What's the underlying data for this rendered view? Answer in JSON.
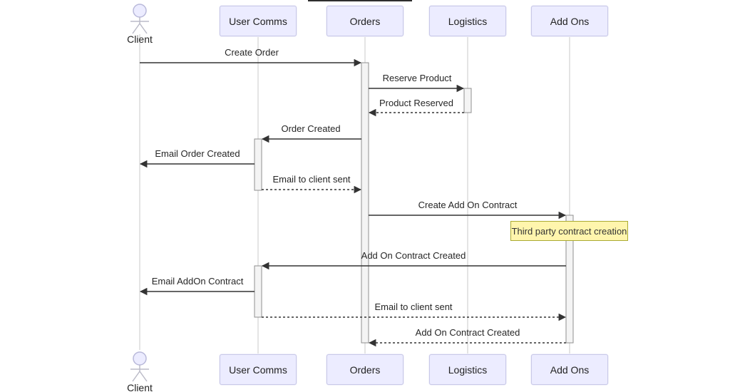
{
  "diagram": {
    "type": "sequence-diagram",
    "participants": [
      {
        "id": "client",
        "label": "Client",
        "kind": "actor"
      },
      {
        "id": "user-comms",
        "label": "User Comms",
        "kind": "participant"
      },
      {
        "id": "orders",
        "label": "Orders",
        "kind": "participant"
      },
      {
        "id": "logistics",
        "label": "Logistics",
        "kind": "participant"
      },
      {
        "id": "add-ons",
        "label": "Add Ons",
        "kind": "participant"
      }
    ],
    "messages": [
      {
        "text": "Create Order",
        "from": "Client",
        "to": "Orders",
        "style": "solid"
      },
      {
        "text": "Reserve Product",
        "from": "Orders",
        "to": "Logistics",
        "style": "solid"
      },
      {
        "text": "Product Reserved",
        "from": "Logistics",
        "to": "Orders",
        "style": "dashed"
      },
      {
        "text": "Order Created",
        "from": "Orders",
        "to": "User Comms",
        "style": "solid"
      },
      {
        "text": "Email Order Created",
        "from": "User Comms",
        "to": "Client",
        "style": "solid"
      },
      {
        "text": "Email to client sent",
        "from": "User Comms",
        "to": "Orders",
        "style": "dashed"
      },
      {
        "text": "Create Add On Contract",
        "from": "Orders",
        "to": "Add Ons",
        "style": "solid"
      },
      {
        "text": "Add On Contract Created",
        "from": "Add Ons",
        "to": "User Comms",
        "style": "solid"
      },
      {
        "text": "Email AddOn Contract",
        "from": "User Comms",
        "to": "Client",
        "style": "solid"
      },
      {
        "text": "Email to client sent",
        "from": "User Comms",
        "to": "Add Ons",
        "style": "dashed"
      },
      {
        "text": "Add On Contract Created",
        "from": "Add Ons",
        "to": "Orders",
        "style": "dashed"
      }
    ],
    "note": {
      "text": "Third party contract creation",
      "over": "Add Ons"
    },
    "colors": {
      "participant_fill": "#ECECFF",
      "participant_border": "#c9c9e8",
      "note_fill": "#fff5ad",
      "note_border": "#aaaa33",
      "message_line": "#333333",
      "lifeline": "#c8c8c8",
      "activation_fill": "#f4f4f4",
      "activation_border": "#8f8f8f"
    }
  }
}
